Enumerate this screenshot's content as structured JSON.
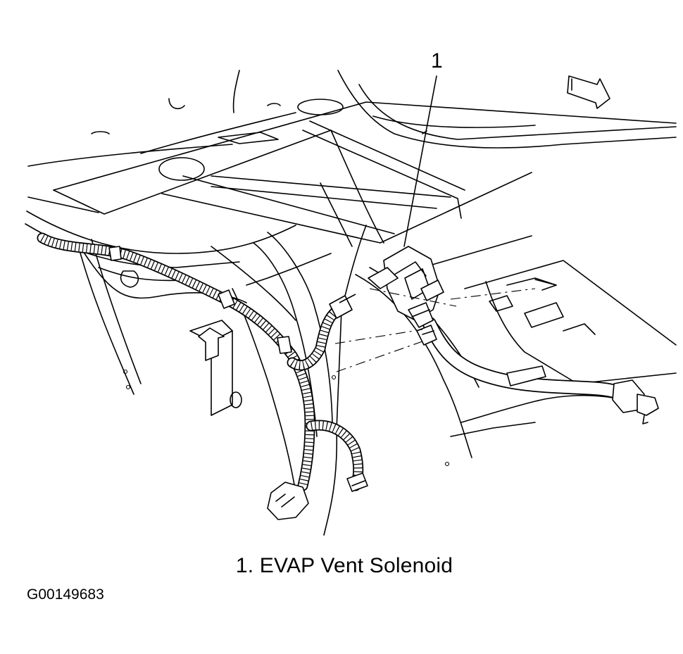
{
  "diagram": {
    "callout_number": "1",
    "caption": "1. EVAP Vent Solenoid",
    "figure_id": "G00149683",
    "components": [
      {
        "id": "1",
        "name": "EVAP Vent Solenoid"
      }
    ],
    "icons": [
      "forward-direction-arrow-icon",
      "up-direction-arrow-icon"
    ],
    "line_color": "#000000",
    "background_color": "#ffffff"
  }
}
